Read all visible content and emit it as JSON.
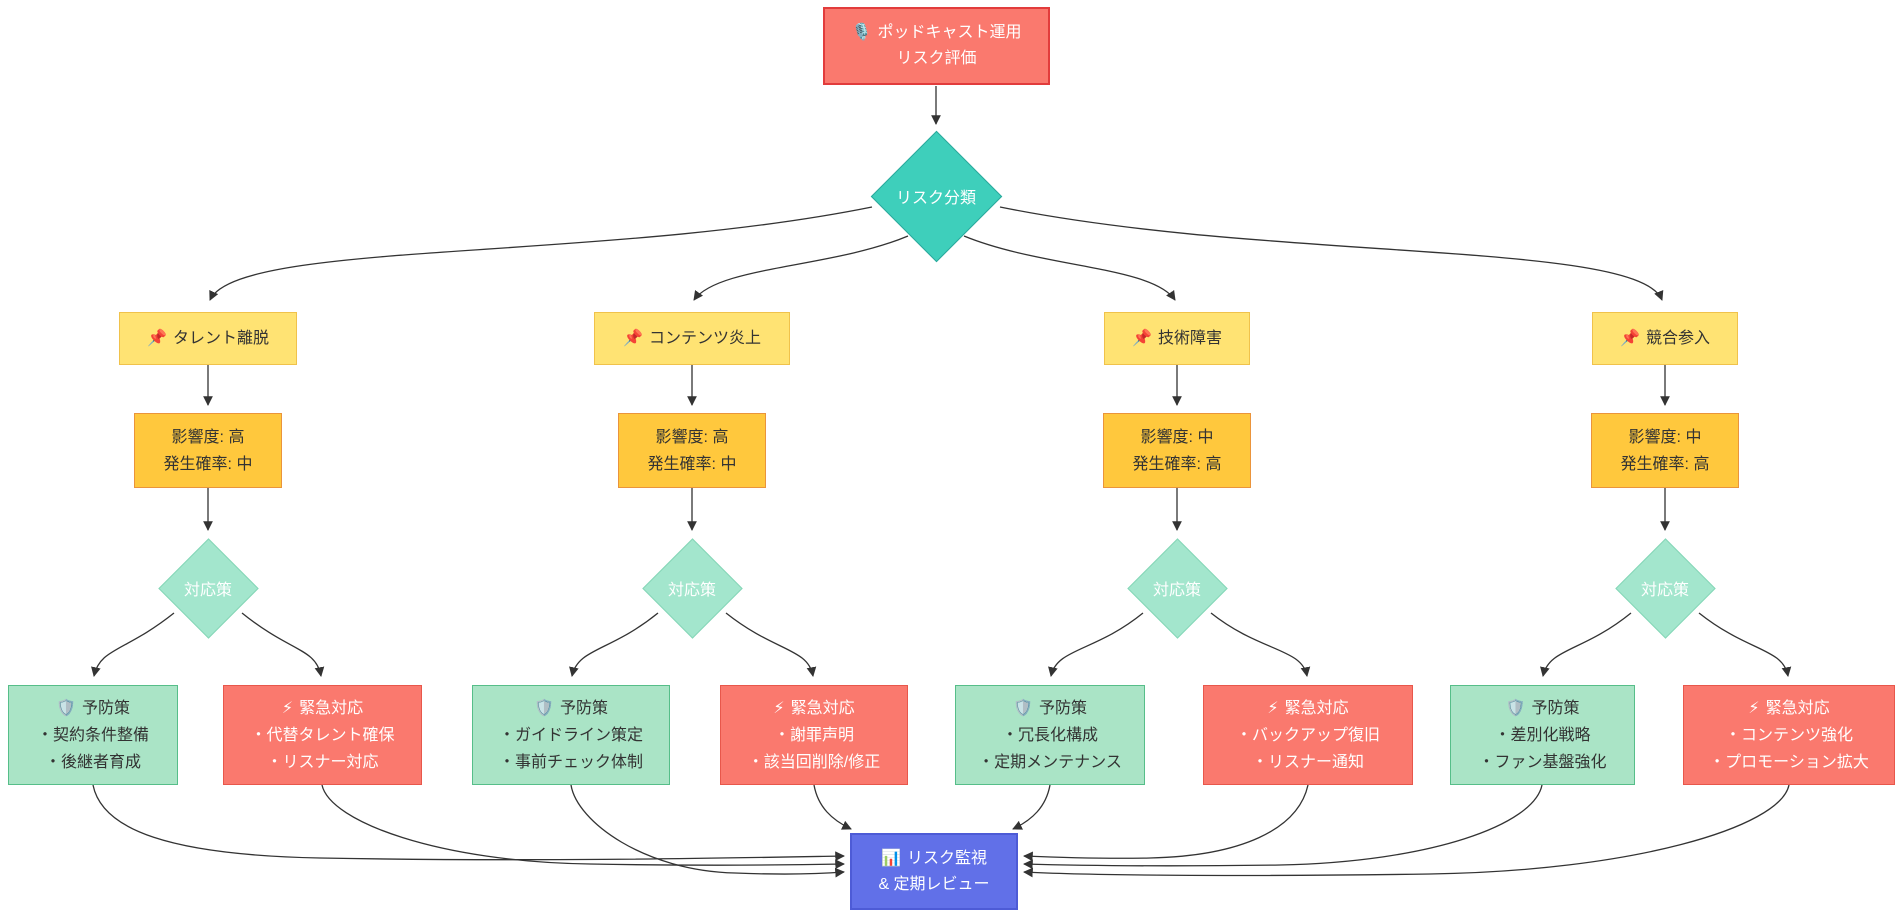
{
  "colors": {
    "red_fill": "#fa796e",
    "red_stroke_dark": "#e23c3c",
    "red_stroke": "#e8574b",
    "teal_fill": "#3ecfbb",
    "teal_stroke": "#2aa89b",
    "yellow_fill": "#ffe373",
    "yellow_stroke": "#f0c24b",
    "gold_fill": "#ffc83d",
    "gold_stroke": "#ea943b",
    "mint_fill": "#a3e6cd",
    "mint_stroke": "#85d6b7",
    "green_fill": "#aae4c6",
    "green_stroke": "#56be89",
    "blue_fill": "#6170e8",
    "blue_stroke": "#4d5bd6",
    "edge": "#333333"
  },
  "root": {
    "icon": "🎙️",
    "line1": "ポッドキャスト運用",
    "line2": "リスク評価"
  },
  "classification": {
    "label": "リスク分類"
  },
  "branches": [
    {
      "risk_icon": "📌",
      "risk_label": "タレント離脱",
      "impact": "影響度: 高",
      "probability": "発生確率: 中",
      "decision_label": "対応策",
      "prevention": {
        "icon": "🛡️",
        "title": "予防策",
        "items": [
          "・契約条件整備",
          "・後継者育成"
        ]
      },
      "emergency": {
        "icon": "⚡",
        "title": "緊急対応",
        "items": [
          "・代替タレント確保",
          "・リスナー対応"
        ]
      }
    },
    {
      "risk_icon": "📌",
      "risk_label": "コンテンツ炎上",
      "impact": "影響度: 高",
      "probability": "発生確率: 中",
      "decision_label": "対応策",
      "prevention": {
        "icon": "🛡️",
        "title": "予防策",
        "items": [
          "・ガイドライン策定",
          "・事前チェック体制"
        ]
      },
      "emergency": {
        "icon": "⚡",
        "title": "緊急対応",
        "items": [
          "・謝罪声明",
          "・該当回削除/修正"
        ]
      }
    },
    {
      "risk_icon": "📌",
      "risk_label": "技術障害",
      "impact": "影響度: 中",
      "probability": "発生確率: 高",
      "decision_label": "対応策",
      "prevention": {
        "icon": "🛡️",
        "title": "予防策",
        "items": [
          "・冗長化構成",
          "・定期メンテナンス"
        ]
      },
      "emergency": {
        "icon": "⚡",
        "title": "緊急対応",
        "items": [
          "・バックアップ復旧",
          "・リスナー通知"
        ]
      }
    },
    {
      "risk_icon": "📌",
      "risk_label": "競合参入",
      "impact": "影響度: 中",
      "probability": "発生確率: 高",
      "decision_label": "対応策",
      "prevention": {
        "icon": "🛡️",
        "title": "予防策",
        "items": [
          "・差別化戦略",
          "・ファン基盤強化"
        ]
      },
      "emergency": {
        "icon": "⚡",
        "title": "緊急対応",
        "items": [
          "・コンテンツ強化",
          "・プロモーション拡大"
        ]
      }
    }
  ],
  "monitor": {
    "icon": "📊",
    "line1": "リスク監視",
    "line2": "& 定期レビュー"
  }
}
